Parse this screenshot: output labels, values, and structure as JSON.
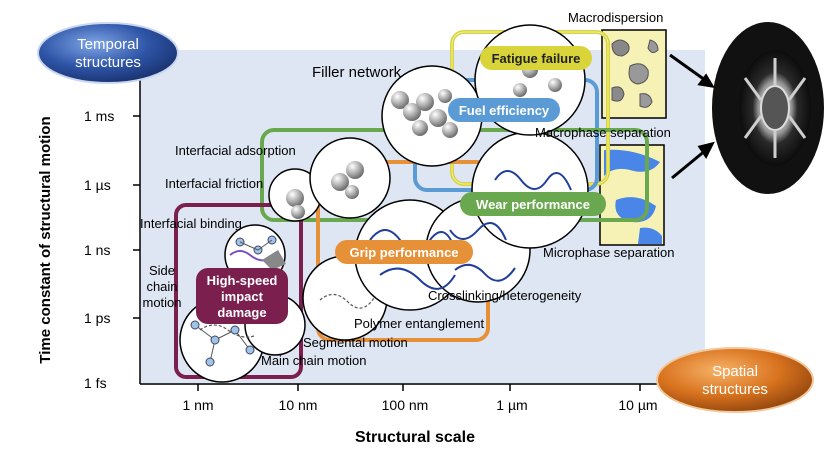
{
  "badges": {
    "temporal": [
      "Temporal",
      "structures"
    ],
    "spatial": [
      "Spatial",
      "structures"
    ]
  },
  "axes": {
    "ylabel": "Time constant of structural motion",
    "xlabel": "Structural scale",
    "yticks": [
      "1 ms",
      "1 µs",
      "1 ns",
      "1 ps",
      "1 fs"
    ],
    "xticks": [
      "1 nm",
      "10 nm",
      "100 nm",
      "1 µm",
      "10 µm"
    ]
  },
  "labels": {
    "macrodispersion": "Macrodispersion",
    "filler_network": "Filler network",
    "macrophase": "Macrophase separation",
    "interfacial_adsorption": "Interfacial adsorption",
    "interfacial_friction": "Interfacial friction",
    "interfacial_binding": "Interfacial binding",
    "side_chain": [
      "Side",
      "chain",
      "motion"
    ],
    "microphase": "Microphase separation",
    "crosslinking": "Crosslinking/heterogeneity",
    "polymer_entanglement": "Polymer entanglement",
    "segmental": "Segmental motion",
    "main_chain": "Main chain motion"
  },
  "performance": {
    "fatigue": {
      "label": "Fatigue failure",
      "color": "#d8d43a"
    },
    "fuel": {
      "label": "Fuel efficiency",
      "color": "#5b9bd5"
    },
    "wear": {
      "label": "Wear performance",
      "color": "#6aa84f"
    },
    "grip": {
      "label": "Grip performance",
      "color": "#e69138"
    },
    "impact": {
      "label": [
        "High-speed",
        "impact",
        "damage"
      ],
      "color": "#7a1f4e"
    }
  },
  "colors": {
    "plot_bg": "#dde6f2",
    "temporal_badge": "#2b4a8c",
    "spatial_badge": "#c8631a"
  }
}
